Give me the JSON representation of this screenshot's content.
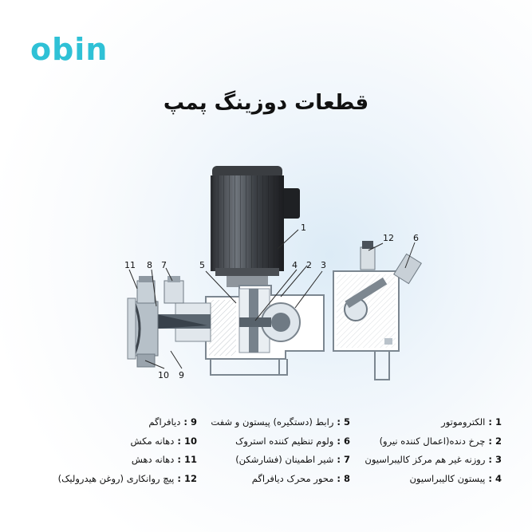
{
  "brand": {
    "logo_text": "obin"
  },
  "title": "قطعات دوزینگ پمپ",
  "callouts": [
    "1",
    "2",
    "3",
    "4",
    "5",
    "6",
    "7",
    "8",
    "11",
    "12",
    "10",
    "9"
  ],
  "legend": {
    "col_a": [
      {
        "num": "1 :",
        "text": "الکتروموتور"
      },
      {
        "num": "2 :",
        "text": "چرخ دنده(اعمال کننده نیرو)"
      },
      {
        "num": "3 :",
        "text": "روزنه غیر هم مرکز کالیبراسیون"
      },
      {
        "num": "4 :",
        "text": "پیستون کالیبراسیون"
      }
    ],
    "col_b": [
      {
        "num": "5 :",
        "text": "رابط (دستگیره) پیستون و شفت"
      },
      {
        "num": "6 :",
        "text": "ولوم تنظیم کننده استروک"
      },
      {
        "num": "7 :",
        "text": "شیر اطمینان (فشارشکن)"
      },
      {
        "num": "8 :",
        "text": "محور محرک دیافراگم"
      }
    ],
    "col_c": [
      {
        "num": "9 :",
        "text": "دیافراگم"
      },
      {
        "num": "10 :",
        "text": "دهانه مکش"
      },
      {
        "num": "11 :",
        "text": "دهانه دهش"
      },
      {
        "num": "12 :",
        "text": "پیچ روانکاری (روغن هیدرولیک)"
      }
    ]
  }
}
